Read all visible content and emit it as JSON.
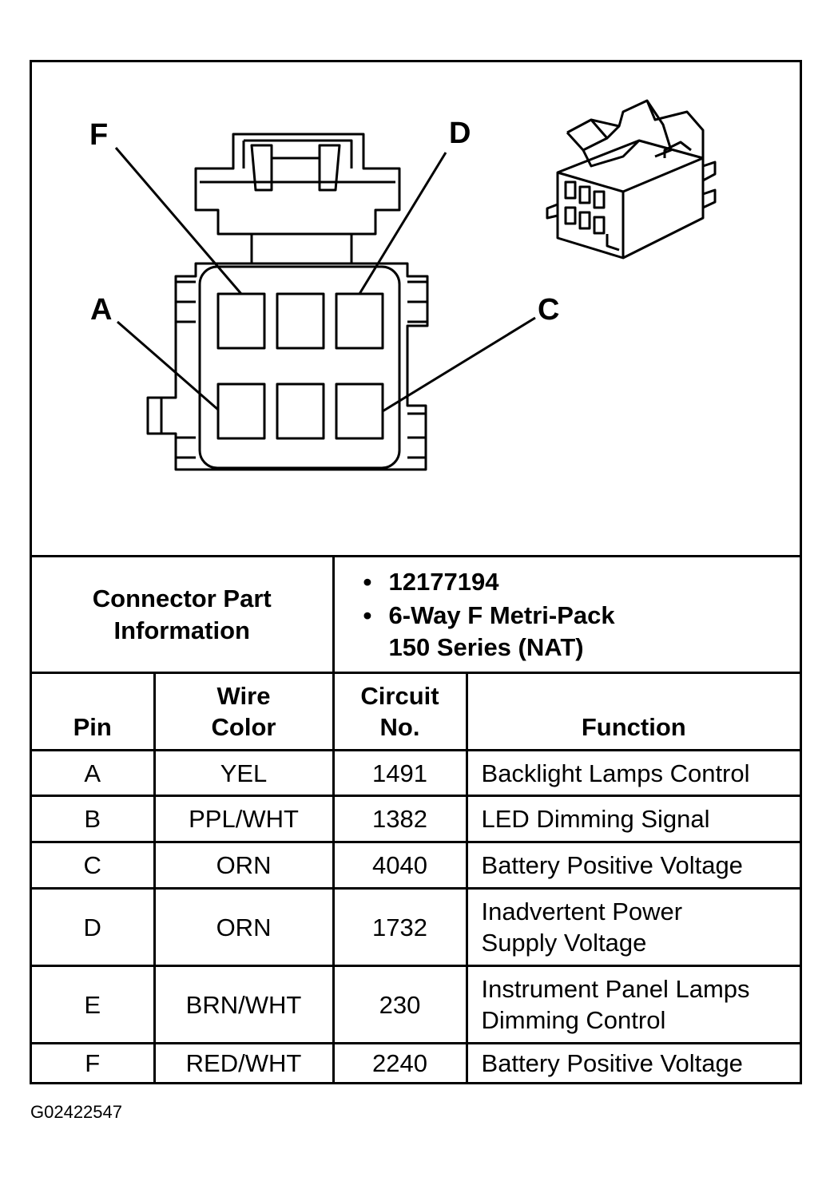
{
  "pin_callouts": [
    "F",
    "D",
    "A",
    "C"
  ],
  "connector_info": {
    "label_line1": "Connector Part",
    "label_line2": "Information",
    "part_number": "12177194",
    "description_line1": "6-Way F Metri-Pack",
    "description_line2": "150 Series (NAT)",
    "bullet": "•"
  },
  "table": {
    "headers": {
      "pin": "Pin",
      "wire_color_line1": "Wire",
      "wire_color_line2": "Color",
      "circuit_line1": "Circuit",
      "circuit_line2": "No.",
      "function": "Function"
    },
    "rows": [
      {
        "pin": "A",
        "wire_color": "YEL",
        "circuit": "1491",
        "function_line1": "Backlight Lamps Control",
        "function_line2": ""
      },
      {
        "pin": "B",
        "wire_color": "PPL/WHT",
        "circuit": "1382",
        "function_line1": "LED Dimming Signal",
        "function_line2": ""
      },
      {
        "pin": "C",
        "wire_color": "ORN",
        "circuit": "4040",
        "function_line1": "Battery Positive Voltage",
        "function_line2": ""
      },
      {
        "pin": "D",
        "wire_color": "ORN",
        "circuit": "1732",
        "function_line1": "Inadvertent Power",
        "function_line2": "Supply Voltage"
      },
      {
        "pin": "E",
        "wire_color": "BRN/WHT",
        "circuit": "230",
        "function_line1": "Instrument Panel Lamps",
        "function_line2": "Dimming Control"
      },
      {
        "pin": "F",
        "wire_color": "RED/WHT",
        "circuit": "2240",
        "function_line1": "Battery Positive Voltage",
        "function_line2": ""
      }
    ]
  },
  "figure_code": "G02422547"
}
